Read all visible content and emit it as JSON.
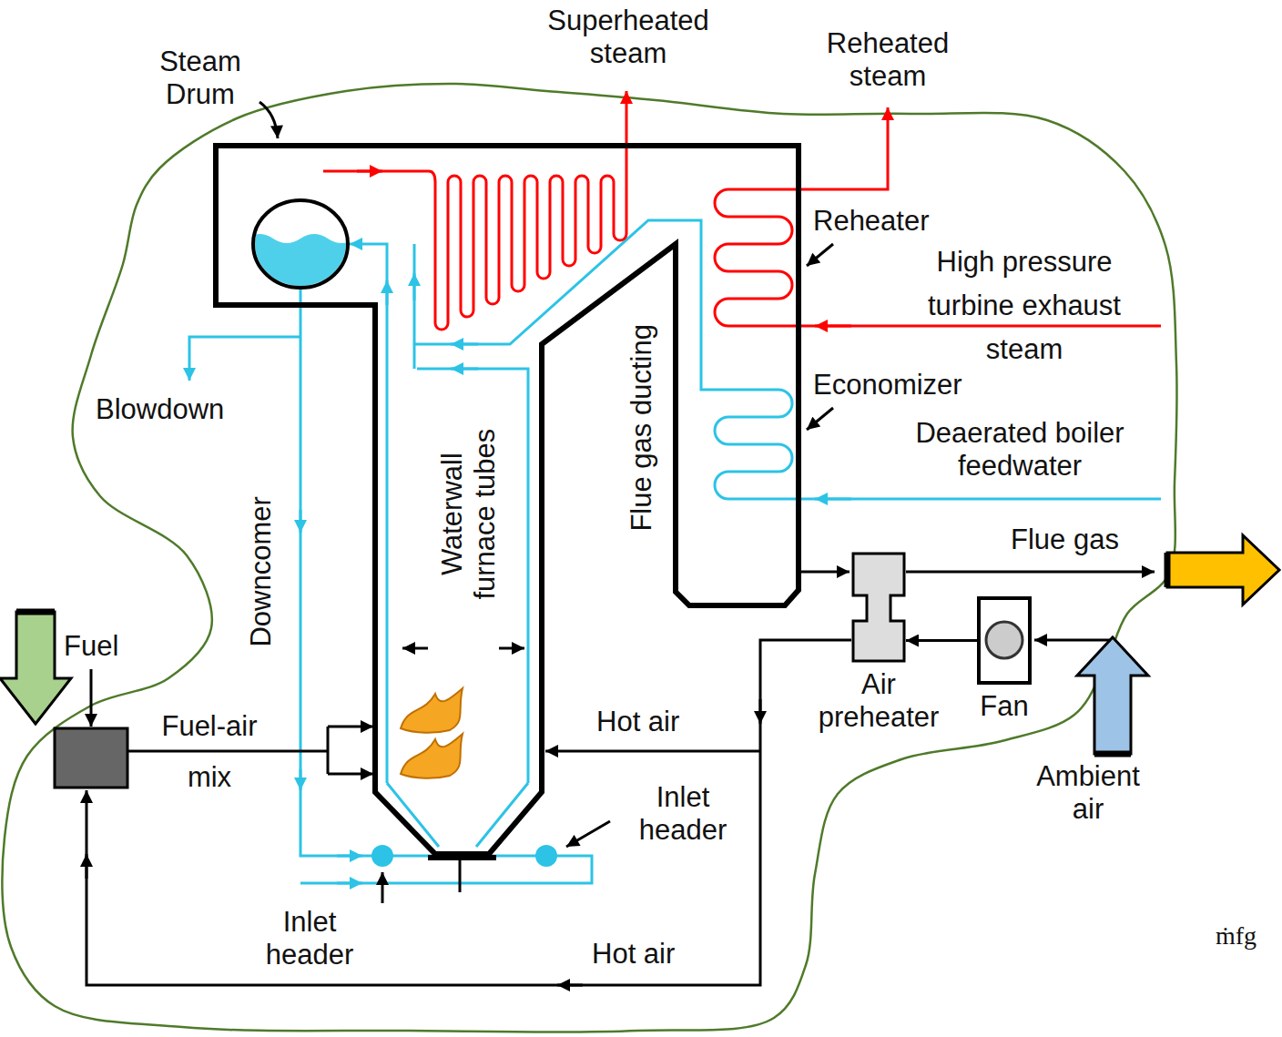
{
  "diagram": {
    "nodes": [
      {
        "text": [
          "Air preheater"
        ]
      },
      {
        "text": [
          "Fan"
        ]
      }
    ],
    "edges": [
      {
        "from": 1,
        "to": 0,
        "arrow": "to"
      }
    ],
    "labels": [
      "Steam Drum",
      "Superheated steam",
      "Reheated steam",
      "Reheater",
      "High pressure turbine exhaust steam",
      "Economizer",
      "Deaerated boiler feedwater",
      "Blowdown",
      "Downcomer",
      "Waterwall furnace tubes",
      "Flue gas ducting",
      "Flue gas",
      "Fuel",
      "Fuel-air mix",
      "Hot air",
      "Inlet header",
      "Inlet header",
      "Hot air",
      "Ambient air",
      "ṁfg"
    ]
  }
}
